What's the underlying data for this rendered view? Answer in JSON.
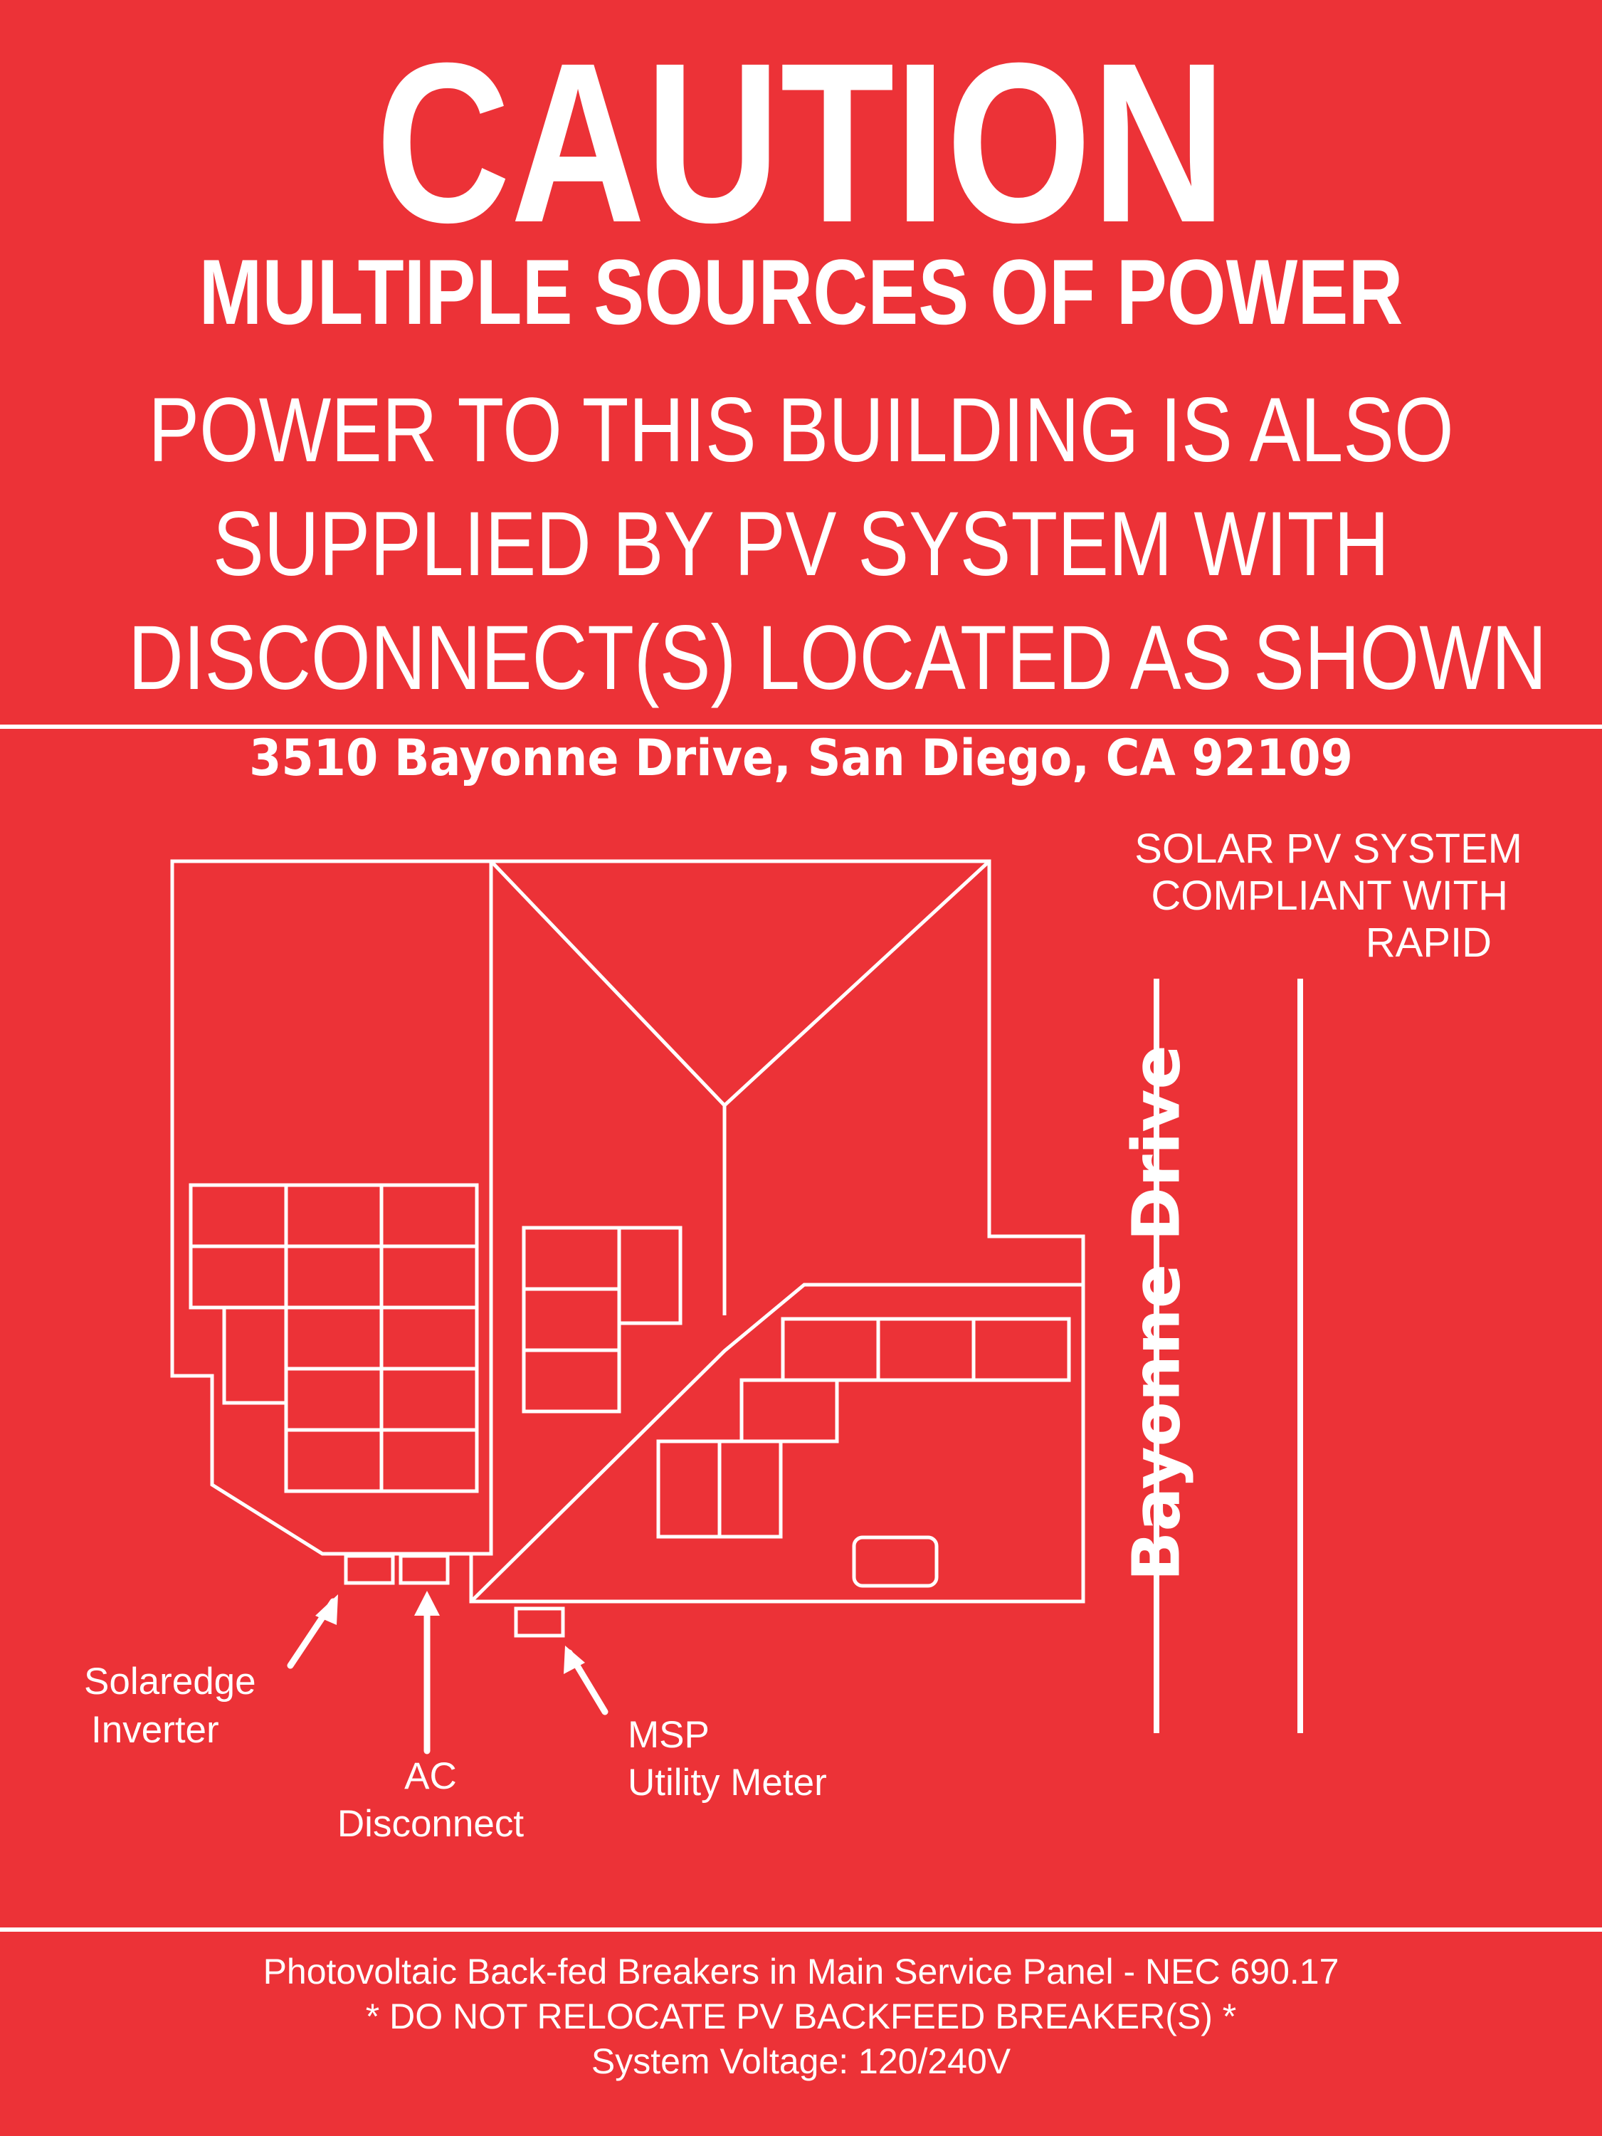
{
  "sign": {
    "background_color": "#ec3237",
    "text_color": "#ffffff",
    "heading": "CAUTION",
    "subheading": "MULTIPLE SOURCES OF POWER",
    "message_lines": [
      "POWER TO THIS BUILDING IS ALSO",
      "SUPPLIED BY PV SYSTEM WITH",
      "DISCONNECT(S) LOCATED AS SHOWN"
    ],
    "address": "3510 Bayonne Drive, San Diego, CA 92109",
    "compliance_lines": [
      "SOLAR PV SYSTEM",
      "COMPLIANT WITH",
      "RAPID"
    ],
    "street_name": "Bayonne Drive",
    "labels": {
      "inverter": [
        "Solaredge",
        "Inverter"
      ],
      "ac_disconnect": [
        "AC",
        "Disconnect"
      ],
      "msp": [
        "MSP",
        "Utility Meter"
      ]
    },
    "footer_lines": [
      "Photovoltaic Back-fed Breakers in Main Service Panel  - NEC 690.17",
      "* DO NOT RELOCATE PV BACKFEED BREAKER(S) *",
      "System Voltage: 120/240V"
    ]
  }
}
